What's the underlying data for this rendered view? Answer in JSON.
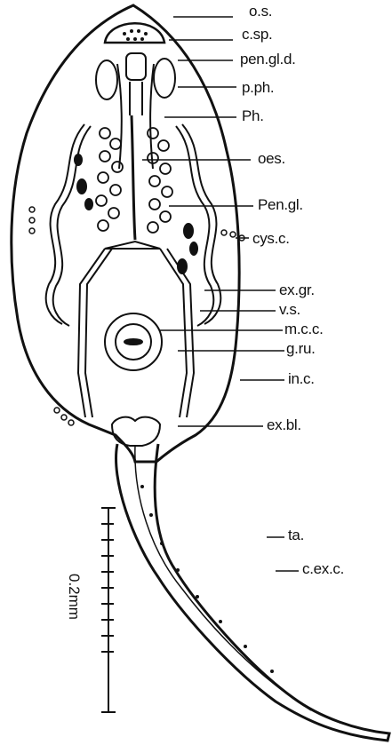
{
  "labels": {
    "os": "o.s.",
    "csp": "c.sp.",
    "pengld": "pen.gl.d.",
    "pph": "p.ph.",
    "ph": "Ph.",
    "oes": "oes.",
    "pengl": "Pen.gl.",
    "cysc": "cys.c.",
    "exgr": "ex.gr.",
    "vs": "v.s.",
    "mcc": "m.c.c.",
    "gru": "g.ru.",
    "inc": "in.c.",
    "exbl": "ex.bl.",
    "ta": "ta.",
    "cexc": "c.ex.c."
  },
  "scale_bar": {
    "label": "0.2mm"
  }
}
